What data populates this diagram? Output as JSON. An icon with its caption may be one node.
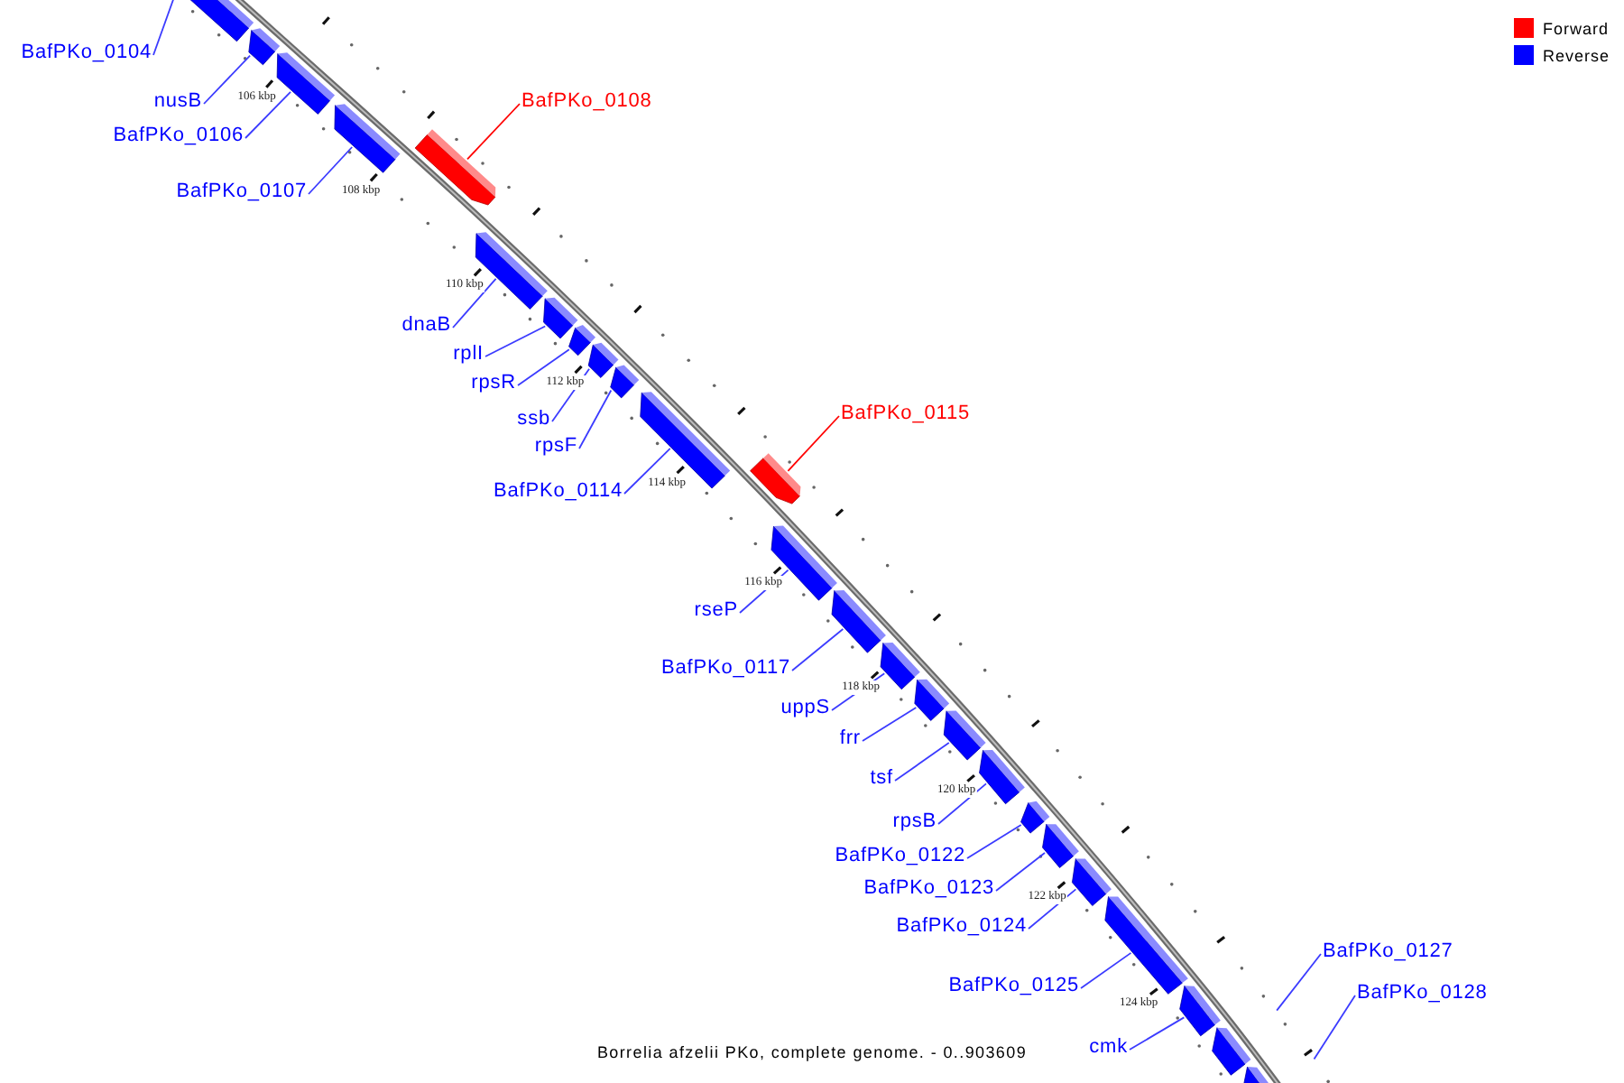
{
  "diagram": {
    "caption": "Borrelia afzelii PKo, complete genome. - 0..903609",
    "nodes": [
      {
        "text": [
          "BafPKo_0104"
        ]
      },
      {
        "text": [
          "nusB"
        ]
      },
      {
        "text": [
          "BafPKo_0106"
        ]
      },
      {
        "text": [
          "BafPKo_0107"
        ]
      },
      {
        "text": [
          "BafPKo_0108"
        ]
      },
      {
        "text": [
          "dnaB"
        ]
      },
      {
        "text": [
          "rplI"
        ]
      },
      {
        "text": [
          "rpsR"
        ]
      },
      {
        "text": [
          "ssb"
        ]
      },
      {
        "text": [
          "rpsF"
        ]
      },
      {
        "text": [
          "BafPKo_0114"
        ]
      },
      {
        "text": [
          "BafPKo_0115"
        ]
      },
      {
        "text": [
          "rseP"
        ]
      },
      {
        "text": [
          "BafPKo_0117"
        ]
      },
      {
        "text": [
          "uppS"
        ]
      },
      {
        "text": [
          "frr"
        ]
      },
      {
        "text": [
          "tsf"
        ]
      },
      {
        "text": [
          "rpsB"
        ]
      },
      {
        "text": [
          "BafPKo_0122"
        ]
      },
      {
        "text": [
          "BafPKo_0123"
        ]
      },
      {
        "text": [
          "BafPKo_0124"
        ]
      },
      {
        "text": [
          "BafPKo_0125"
        ]
      },
      {
        "text": [
          "cmk"
        ]
      },
      {
        "text": [
          "BafPKo_0127"
        ]
      },
      {
        "text": [
          "BafPKo_0128"
        ]
      },
      {
        "text": [],
        "shape": "bar"
      },
      {
        "text": [],
        "shape": "bar"
      },
      {
        "text": [],
        "shape": "bar"
      },
      {
        "text": [],
        "shape": "bar"
      },
      {
        "text": [],
        "shape": "bar"
      },
      {
        "text": [],
        "shape": "bar"
      },
      {
        "text": [],
        "shape": "bar"
      },
      {
        "text": [],
        "shape": "bar"
      },
      {
        "text": [],
        "shape": "bar"
      },
      {
        "text": [],
        "shape": "bar"
      },
      {
        "text": [],
        "shape": "bar"
      },
      {
        "text": [],
        "shape": "bar"
      },
      {
        "text": [],
        "shape": "bar"
      },
      {
        "text": [],
        "shape": "bar"
      },
      {
        "text": [],
        "shape": "bar"
      },
      {
        "text": [],
        "shape": "bar"
      },
      {
        "text": [],
        "shape": "bar"
      },
      {
        "text": [],
        "shape": "bar"
      },
      {
        "text": [],
        "shape": "bar"
      },
      {
        "text": [],
        "shape": "bar"
      },
      {
        "text": [],
        "shape": "bar"
      },
      {
        "text": [],
        "shape": "bar"
      },
      {
        "text": [],
        "shape": "bar"
      },
      {
        "text": [],
        "shape": "bar"
      },
      {
        "text": [],
        "shape": "bar"
      }
    ],
    "edges": [
      {
        "from": 0,
        "to": 25,
        "arrow": "none"
      },
      {
        "from": 1,
        "to": 26,
        "arrow": "none"
      },
      {
        "from": 2,
        "to": 27,
        "arrow": "none"
      },
      {
        "from": 3,
        "to": 28,
        "arrow": "none"
      },
      {
        "from": 4,
        "to": 29,
        "arrow": "none",
        "color": "#ff0000"
      },
      {
        "from": 5,
        "to": 30,
        "arrow": "none"
      },
      {
        "from": 6,
        "to": 31,
        "arrow": "none"
      },
      {
        "from": 7,
        "to": 32,
        "arrow": "none"
      },
      {
        "from": 8,
        "to": 33,
        "arrow": "none"
      },
      {
        "from": 9,
        "to": 34,
        "arrow": "none"
      },
      {
        "from": 10,
        "to": 35,
        "arrow": "none"
      },
      {
        "from": 11,
        "to": 36,
        "arrow": "none",
        "color": "#ff0000"
      },
      {
        "from": 12,
        "to": 37,
        "arrow": "none"
      },
      {
        "from": 13,
        "to": 38,
        "arrow": "none"
      },
      {
        "from": 14,
        "to": 39,
        "arrow": "none"
      },
      {
        "from": 15,
        "to": 40,
        "arrow": "none"
      },
      {
        "from": 16,
        "to": 41,
        "arrow": "none"
      },
      {
        "from": 17,
        "to": 42,
        "arrow": "none"
      },
      {
        "from": 18,
        "to": 43,
        "arrow": "none"
      },
      {
        "from": 19,
        "to": 44,
        "arrow": "none"
      },
      {
        "from": 20,
        "to": 45,
        "arrow": "none"
      },
      {
        "from": 21,
        "to": 46,
        "arrow": "none"
      },
      {
        "from": 22,
        "to": 47,
        "arrow": "none"
      },
      {
        "from": 23,
        "to": 48,
        "arrow": "none"
      },
      {
        "from": 24,
        "to": 49,
        "arrow": "none"
      }
    ],
    "labels": [
      "106 kbp",
      "108 kbp",
      "110 kbp",
      "112 kbp",
      "114 kbp",
      "116 kbp",
      "118 kbp",
      "120 kbp",
      "122 kbp",
      "124 kbp"
    ],
    "legend": [
      {
        "text": "Forward",
        "color": "#ff0000"
      },
      {
        "text": "Reverse",
        "color": "#0000ff"
      }
    ]
  }
}
